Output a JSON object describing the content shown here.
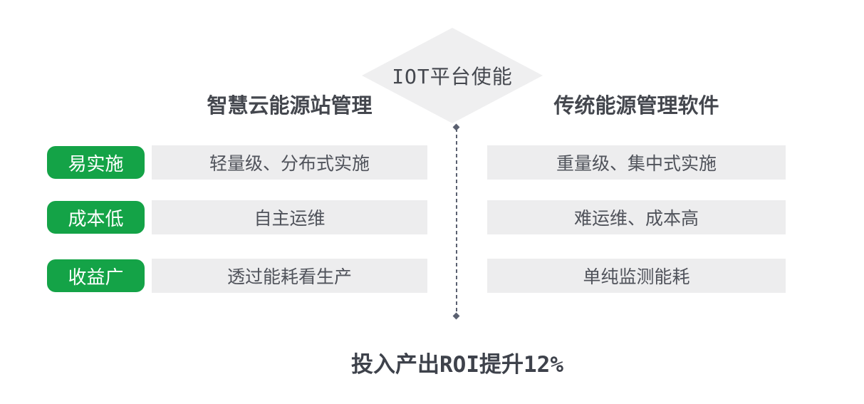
{
  "diamond": {
    "label": "IOT平台使能"
  },
  "headers": {
    "left": "智慧云能源站管理",
    "right": "传统能源管理软件"
  },
  "rows": [
    {
      "tag": "易实施",
      "left": "轻量级、分布式实施",
      "right": "重量级、集中式实施"
    },
    {
      "tag": "成本低",
      "left": "自主运维",
      "right": "难运维、成本高"
    },
    {
      "tag": "收益广",
      "left": "透过能耗看生产",
      "right": "单纯监测能耗"
    }
  ],
  "footer": {
    "caption": "投入产出ROI提升12%"
  },
  "colors": {
    "accent_green": "#14a347",
    "bar_gray": "#ededee",
    "diamond_gray": "#efeff0",
    "heading_text": "#44474e",
    "cell_text": "#50535b",
    "pill_text": "#ffffff",
    "footer_text": "#3e424b",
    "divider_slate": "#5a6070",
    "background": "#ffffff"
  }
}
